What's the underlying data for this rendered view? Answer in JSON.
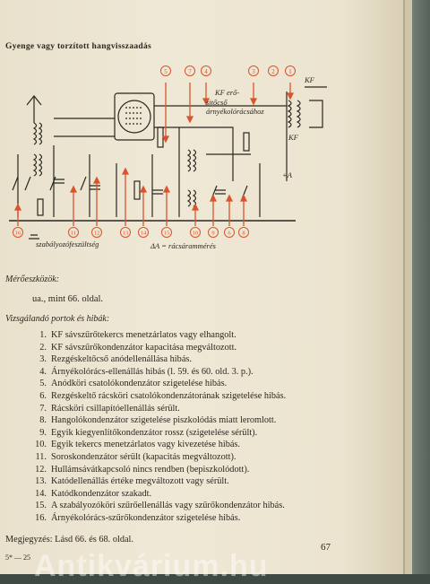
{
  "title": "Gyenge vagy torzított hangvisszaadás",
  "diagram": {
    "labels": {
      "kf_ero": "KF erő-",
      "sito_arnyekolo": "sitőcső árnyékolórácsához",
      "kf_top": "KF",
      "kf_side": "KF",
      "plus_a": "+A",
      "szabalyozo": "szabályozófeszültség",
      "racsaram": "ΔA = rácsárammérés"
    },
    "markers_top": [
      "5",
      "7",
      "4",
      "3",
      "2",
      "1"
    ],
    "markers_bottom": [
      "16",
      "11",
      "12",
      "13",
      "14",
      "15",
      "10",
      "9",
      "6",
      "8"
    ]
  },
  "meroeszkozok": {
    "heading": "Mérőeszközök:",
    "text": "ua., mint 66. oldal."
  },
  "vizsgalando": {
    "heading": "Vizsgálandó portok és hibák:"
  },
  "faults": [
    {
      "n": "1.",
      "text": "KF sávszűrőtekercs menetzárlatos vagy elhangolt."
    },
    {
      "n": "2.",
      "text": "KF sávszűrőkondenzátor kapacitása megváltozott."
    },
    {
      "n": "3.",
      "text": "Rezgéskeltőcső anódellenállása hibás."
    },
    {
      "n": "4.",
      "text": "Árnyékolórács-ellenállás hibás (l. 59. és 60. old. 3. p.)."
    },
    {
      "n": "5.",
      "text": "Anódköri csatolókondenzátor szigetelése hibás."
    },
    {
      "n": "6.",
      "text": "Rezgéskeltő rácsköri csatolókondenzátorának szigetelése hibás."
    },
    {
      "n": "7.",
      "text": "Rácsköri csillapítóellenállás sérült."
    },
    {
      "n": "8.",
      "text": "Hangolókondenzátor szigetelése piszkolódás miatt leromlott."
    },
    {
      "n": "9.",
      "text": "Egyik kiegyenlítőkondenzátor rossz (szigetelése sérült)."
    },
    {
      "n": "10.",
      "text": "Egyik tekercs menetzárlatos vagy kivezetése hibás."
    },
    {
      "n": "11.",
      "text": "Soroskondenzátor sérült (kapacitás megváltozott)."
    },
    {
      "n": "12.",
      "text": "Hullámsávátkapcsoló nincs rendben (bepiszkolódott)."
    },
    {
      "n": "13.",
      "text": "Katódellenállás értéke megváltozott vagy sérült."
    },
    {
      "n": "14.",
      "text": "Katódkondenzátor szakadt."
    },
    {
      "n": "15.",
      "text": "A szabályozóköri szűrőellenállás vagy szűrőkondenzátor hibás."
    },
    {
      "n": "16.",
      "text": "Árnyékolórács-szűrőkondenzátor szigetelése hibás."
    }
  ],
  "footnote": "Megjegyzés: Lásd 66. és 68. oldal.",
  "page_number": "67",
  "signature": "5* — 25",
  "watermark": "Antikvárium.hu",
  "colors": {
    "marker": "#d8542c",
    "ink": "#2b2620"
  }
}
